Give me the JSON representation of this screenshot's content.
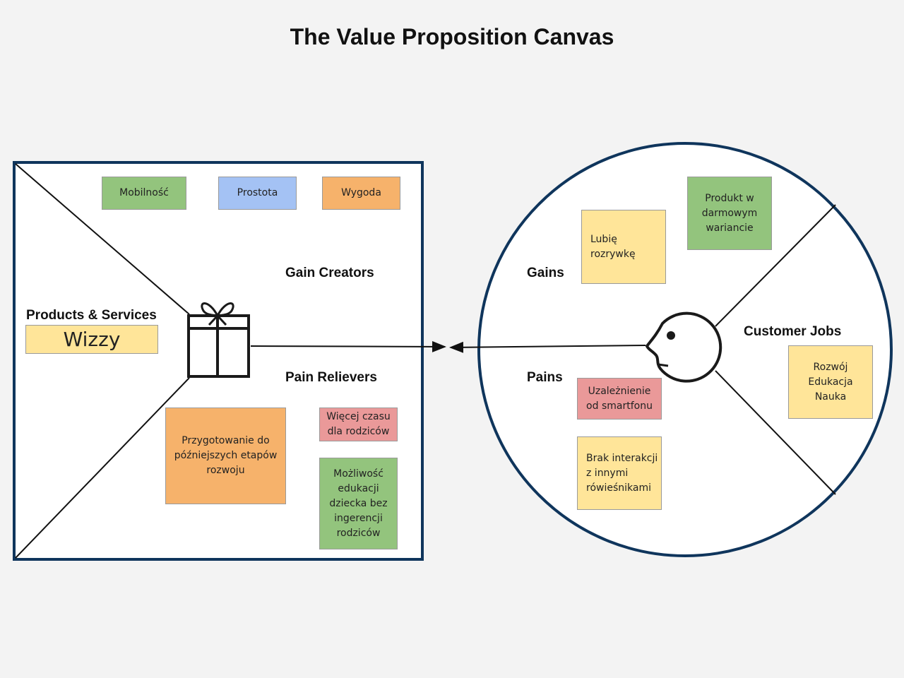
{
  "title": "The Value Proposition Canvas",
  "colors": {
    "frame": "#0f355c",
    "green": "#93c47d",
    "blue": "#a4c2f4",
    "orange": "#f6b26b",
    "yellow": "#ffe599",
    "red": "#ea9999"
  },
  "value_map": {
    "products_label": "Products & Services",
    "gain_creators_label": "Gain Creators",
    "pain_relievers_label": "Pain Relievers",
    "icon": "gift-icon",
    "products": [
      "Wizzy"
    ],
    "gain_creators": [
      "Mobilność",
      "Prostota",
      "Wygoda"
    ],
    "pain_relievers": [
      "Przygotowanie do\npóźniejszych etapów\nrozwoju",
      "Więcej czasu\ndla rodziców",
      "Możliwość\nedukacji\ndziecka bez\ningerencji\nrodziców"
    ]
  },
  "customer_profile": {
    "gains_label": "Gains",
    "pains_label": "Pains",
    "jobs_label": "Customer Jobs",
    "icon": "customer-face-icon",
    "gains": [
      "Lubię\nrozrywkę",
      "Produkt w\ndarmowym\nwariancie"
    ],
    "pains": [
      "Uzależnienie\nod smartfonu",
      "Brak interakcji\nz innymi\nrówieśnikami"
    ],
    "jobs": [
      "Rozwój\nEdukacja\nNauka"
    ]
  },
  "connector": "fit-arrows"
}
